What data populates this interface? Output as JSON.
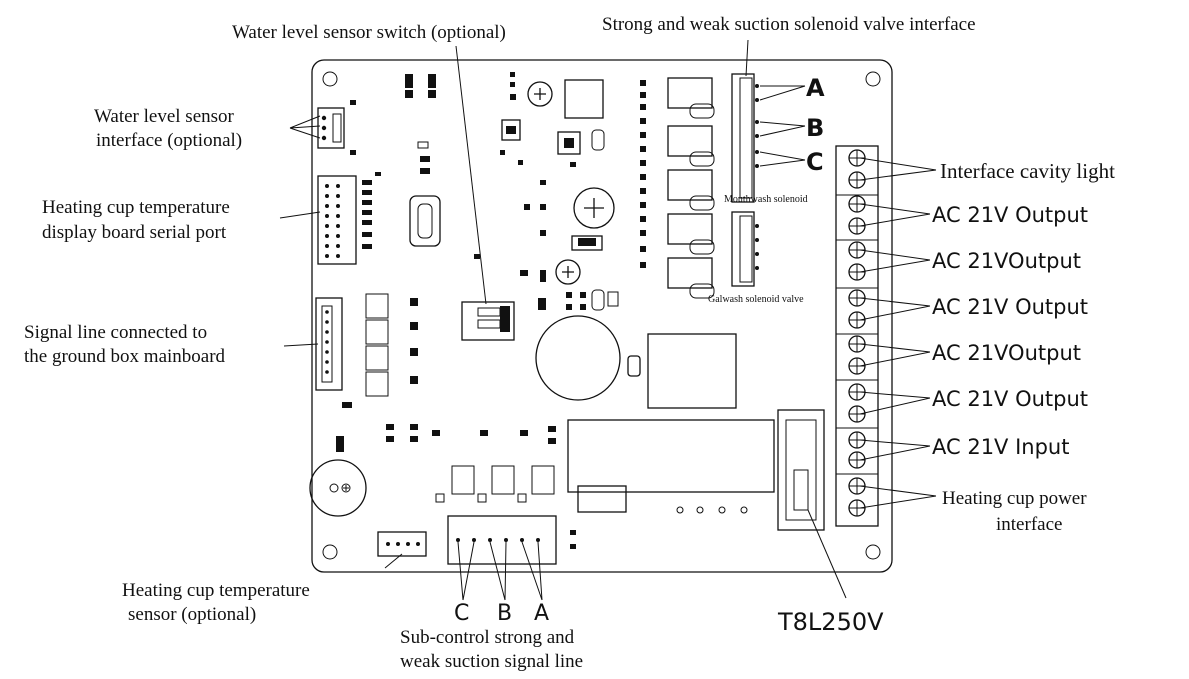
{
  "labels": {
    "water_level_switch": "Water level sensor switch (optional)",
    "solenoid_interface": "Strong and weak suction solenoid valve interface",
    "water_sensor_l1": "Water level sensor",
    "water_sensor_l2": "interface (optional)",
    "temp_display_l1": "Heating cup temperature",
    "temp_display_l2": "display board serial port",
    "signal_line_l1": "Signal line connected to",
    "signal_line_l2": "the ground box mainboard",
    "temp_sensor_l1": "Heating cup temperature",
    "temp_sensor_l2": "sensor (optional)",
    "subcontrol_l1": "Sub-control strong and",
    "subcontrol_l2": "weak suction signal line",
    "fuse": "T8L250V",
    "cavity_light": "Interface cavity light",
    "output1": "AC 21V Output",
    "output2": "AC 21VOutput",
    "output3": "AC 21V Output",
    "output4": "AC 21VOutput",
    "output5": "AC 21V  Output",
    "input": "AC 21V Input",
    "heating_power_l1": "Heating cup power",
    "heating_power_l2": "interface",
    "mouthwash": "Mouthwash solenoid",
    "galwash": "Galwash solenoid valve",
    "letter_a": "A",
    "letter_b": "B",
    "letter_c": "C",
    "bottom_c": "C",
    "bottom_b": "B",
    "bottom_a": "A"
  }
}
